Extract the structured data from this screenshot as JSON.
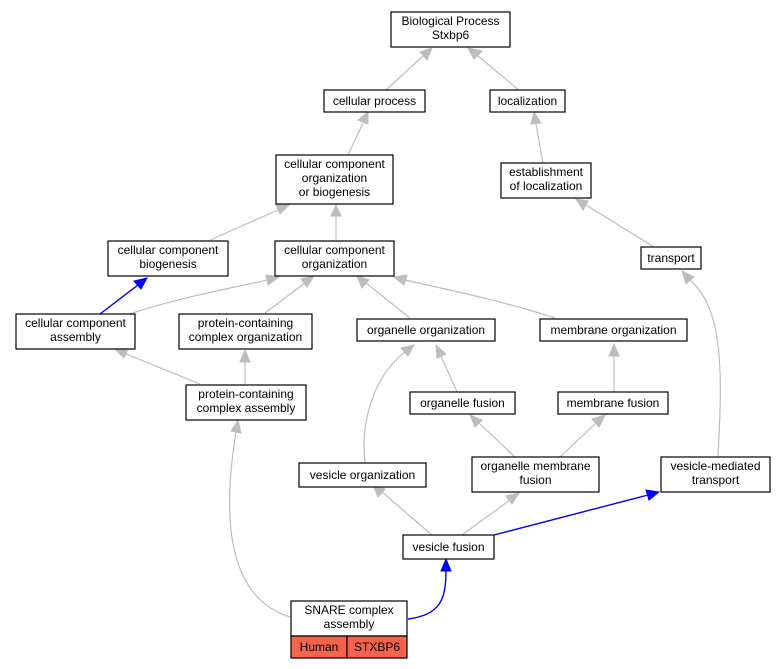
{
  "nodes": {
    "root": [
      "Biological Process",
      "Stxbp6"
    ],
    "cellular_process": [
      "cellular process"
    ],
    "localization": [
      "localization"
    ],
    "cc_org_or_biogenesis": [
      "cellular component",
      "organization",
      "or biogenesis"
    ],
    "establishment_localization": [
      "establishment",
      "of localization"
    ],
    "cc_biogenesis": [
      "cellular component",
      "biogenesis"
    ],
    "cc_organization": [
      "cellular component",
      "organization"
    ],
    "transport": [
      "transport"
    ],
    "cc_assembly": [
      "cellular component",
      "assembly"
    ],
    "pc_complex_organization": [
      "protein-containing",
      "complex organization"
    ],
    "organelle_organization": [
      "organelle organization"
    ],
    "membrane_organization": [
      "membrane organization"
    ],
    "pc_complex_assembly": [
      "protein-containing",
      "complex assembly"
    ],
    "organelle_fusion": [
      "organelle fusion"
    ],
    "membrane_fusion": [
      "membrane fusion"
    ],
    "vesicle_organization": [
      "vesicle organization"
    ],
    "organelle_membrane_fusion": [
      "organelle membrane",
      "fusion"
    ],
    "vesicle_mediated_transport": [
      "vesicle-mediated",
      "transport"
    ],
    "vesicle_fusion": [
      "vesicle fusion"
    ],
    "snare_complex_assembly": [
      "SNARE complex",
      "assembly"
    ]
  },
  "tags": {
    "species": "Human",
    "gene": "STXBP6"
  },
  "colors": {
    "edge_default": "#bdbdbd",
    "edge_highlight": "#0000ff",
    "tag_fill": "#f4634a"
  }
}
